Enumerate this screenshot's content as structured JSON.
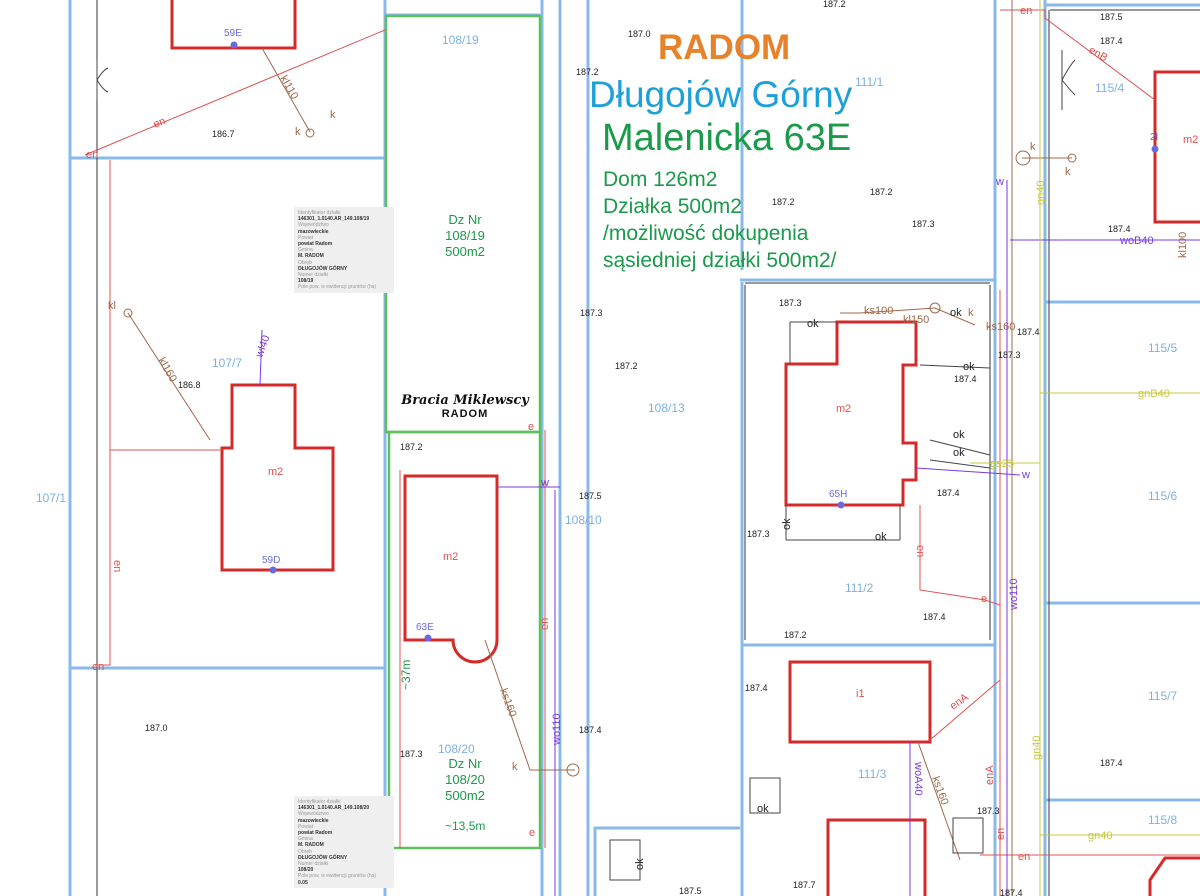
{
  "title_block": {
    "city": "RADOM",
    "district": "Długojów Górny",
    "street": "Malenicka 63E",
    "lines": [
      "Dom 126m2",
      "Działka 500m2",
      "/możliwość dokupenia",
      "sąsiedniej działki 500m2/"
    ]
  },
  "colors": {
    "city": "#e8822a",
    "district": "#1ca0d8",
    "street": "#1a9a4a",
    "parcel_boundary": "#7fb0e0",
    "building": "#d42a2a",
    "highlighted_parcel": "#4cc04c",
    "water": "#7a3ae0",
    "sewer": "#a0684a",
    "power": "#e03a3a",
    "gas": "#c8c840"
  },
  "logo": {
    "name": "Bracia Miklewscy",
    "city": "RADOM"
  },
  "parcels_offered": [
    {
      "label": "Dz Nr",
      "number": "108/19",
      "area": "500m2"
    },
    {
      "label": "Dz Nr",
      "number": "108/20",
      "area": "500m2"
    }
  ],
  "dimensions": [
    "~37m",
    "~13,5m"
  ],
  "parcel_numbers": [
    "108/19",
    "107/7",
    "107/1",
    "108/13",
    "108/10",
    "108/20",
    "111/1",
    "111/2",
    "111/3",
    "115/4",
    "115/5",
    "115/6",
    "115/7",
    "115/8"
  ],
  "buildings": [
    {
      "type": "m2",
      "number": "59E"
    },
    {
      "type": "m2",
      "number": "59D"
    },
    {
      "type": "m2",
      "number": "63E"
    },
    {
      "type": "m2",
      "number": "65H"
    },
    {
      "type": "i1",
      "number": ""
    },
    {
      "type": "m2",
      "number": "2I"
    }
  ],
  "heights": [
    "187.0",
    "187.2",
    "186.7",
    "187.2",
    "187.3",
    "187.3",
    "187.2",
    "187.2",
    "187.3",
    "187.4",
    "187.3",
    "187.4",
    "187.4",
    "187.3",
    "187.2",
    "187.2",
    "187.4",
    "187.5",
    "187.4",
    "187.3",
    "187.4",
    "187.4",
    "187.7",
    "187.5",
    "187.4",
    "187.0",
    "186.8",
    "187.5",
    "187.2",
    "187.4",
    "187.3",
    "187.4"
  ],
  "utility_labels": [
    "en",
    "kl110",
    "k",
    "k",
    "en",
    "kl",
    "kl160",
    "wl40",
    "en",
    "en",
    "w",
    "wo110",
    "ks160",
    "k",
    "en",
    "e",
    "e",
    "ks100",
    "kl150",
    "ok",
    "ok",
    "k",
    "ks160",
    "ok",
    "ok",
    "ok",
    "gs25",
    "w",
    "ok",
    "ok",
    "en",
    "e",
    "wo110",
    "enA",
    "woA40",
    "ks160",
    "ok",
    "en",
    "enA",
    "gn40",
    "en",
    "enB",
    "k",
    "k",
    "w",
    "gn40",
    "woB40",
    "kl100",
    "gnB40",
    "ok",
    "gn40",
    "en"
  ],
  "info_boxes": [
    {
      "id_label": "Identyfikator działki",
      "id": "146301_1.0140.AR_149.108/19",
      "woj_label": "Województwo",
      "woj": "mazowieckie",
      "pow_label": "Powiat",
      "pow": "powiat Radom",
      "gmina_label": "Gmina",
      "gmina": "M. RADOM",
      "obreb_label": "Obręb",
      "obreb": "DŁUGOJÓW GÓRNY",
      "nr_label": "Numer działki",
      "nr": "108/19",
      "area_label": "Pole pow. w ewidencji gruntów (ha)",
      "area": ""
    },
    {
      "id_label": "Identyfikator działki",
      "id": "146301_1.0140.AR_149.108/20",
      "woj_label": "Województwo",
      "woj": "mazowieckie",
      "pow_label": "Powiat",
      "pow": "powiat Radom",
      "gmina_label": "Gmina",
      "gmina": "M. RADOM",
      "obreb_label": "Obręb",
      "obreb": "DŁUGOJÓW GÓRNY",
      "nr_label": "Numer działki",
      "nr": "108/20",
      "area_label": "Pole pow. w ewidencji gruntów (ha)",
      "area": "0.05"
    }
  ]
}
